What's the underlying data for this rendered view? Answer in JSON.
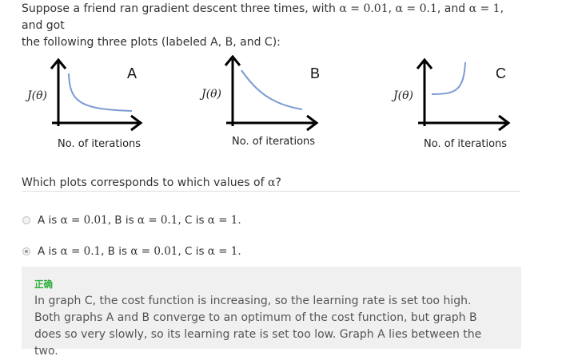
{
  "question": {
    "pre": "Suppose a friend ran gradient descent three times, with",
    "a1": "α = 0.01",
    "sep1": ",",
    "a2": "α = 0.1",
    "sep2": ", and",
    "a3": "α = 1",
    "post1": ", and got",
    "post2": "the following three plots (labeled A, B, and C):"
  },
  "plots": [
    {
      "label": "A",
      "ylabel": "J(θ)",
      "xlabel": "No. of iterations",
      "curve_color": "#7b9bd2"
    },
    {
      "label": "B",
      "ylabel": "J(θ)",
      "xlabel": "No. of iterations",
      "curve_color": "#7b9bd2"
    },
    {
      "label": "C",
      "ylabel": "J(θ)",
      "xlabel": "No. of iterations",
      "curve_color": "#7b9bd2"
    }
  ],
  "prompt": {
    "text": "Which plots corresponds to which values of",
    "var": "α",
    "q": "?"
  },
  "options": [
    {
      "selected": false,
      "p1": "A is",
      "m1": "α = 0.01",
      "p2": ", B is",
      "m2": "α = 0.1",
      "p3": ", C is",
      "m3": "α = 1",
      "end": "."
    },
    {
      "selected": true,
      "p1": "A is",
      "m1": "α = 0.1",
      "p2": ", B is",
      "m2": "α = 0.01",
      "p3": ", C is",
      "m3": "α = 1",
      "end": "."
    }
  ],
  "feedback": {
    "title": "正确",
    "text": "In graph C, the cost function is increasing, so the learning rate is set too high. Both graphs A and B converge to an optimum of the cost function, but graph B does so very slowly, so its learning rate is set too low. Graph A lies between the two.",
    "title_color": "#2fae3a"
  }
}
